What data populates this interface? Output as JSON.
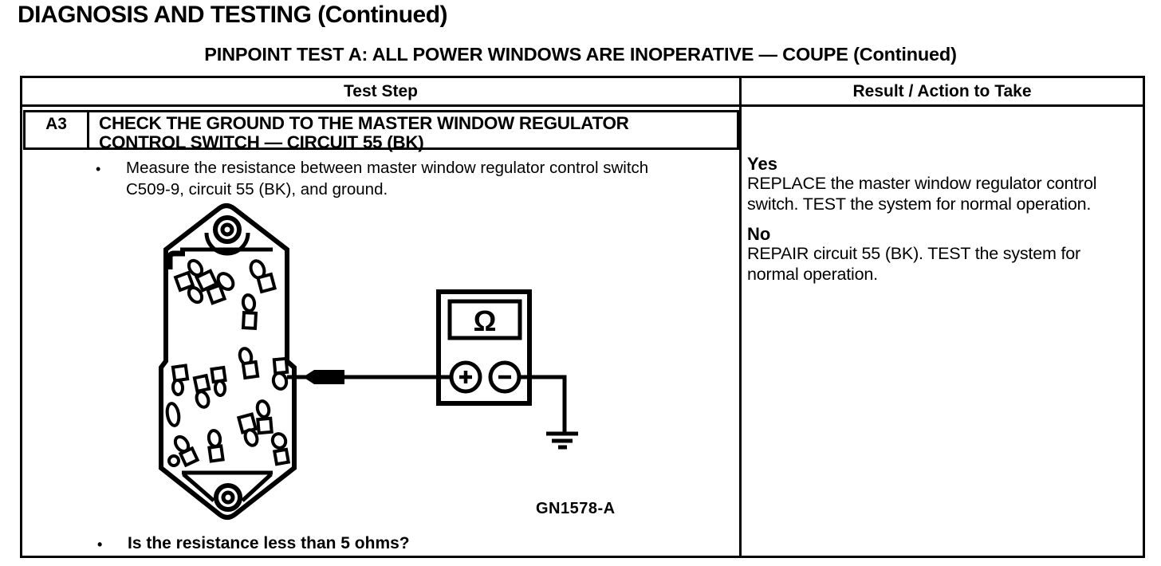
{
  "page": {
    "title": "DIAGNOSIS AND TESTING (Continued)",
    "subtitle": "PINPOINT TEST A: ALL POWER WINDOWS ARE INOPERATIVE — COUPE (Continued)"
  },
  "table": {
    "header_left": "Test Step",
    "header_right": "Result / Action to Take",
    "step": {
      "id": "A3",
      "title_line1": "CHECK THE GROUND TO THE MASTER WINDOW REGULATOR",
      "title_line2": "CONTROL SWITCH — CIRCUIT 55 (BK)",
      "bullet_glyph": "•",
      "instruction_bullet": "Measure the resistance between master window regulator control switch C509-9, circuit 55 (BK), and ground.",
      "question_bullet": "Is the resistance less than 5 ohms?"
    },
    "result": {
      "yes_label": "Yes",
      "yes_action": "REPLACE the master window regulator control switch. TEST the system for normal operation.",
      "no_label": "No",
      "no_action": "REPAIR circuit 55 (BK). TEST the system for normal operation."
    }
  },
  "figure": {
    "label": "GN1578-A",
    "ohmmeter_display_symbol": "Ω",
    "positive_terminal_symbol": "+",
    "negative_terminal_symbol": "−"
  },
  "colors": {
    "ink": "#000000",
    "paper": "#ffffff"
  }
}
